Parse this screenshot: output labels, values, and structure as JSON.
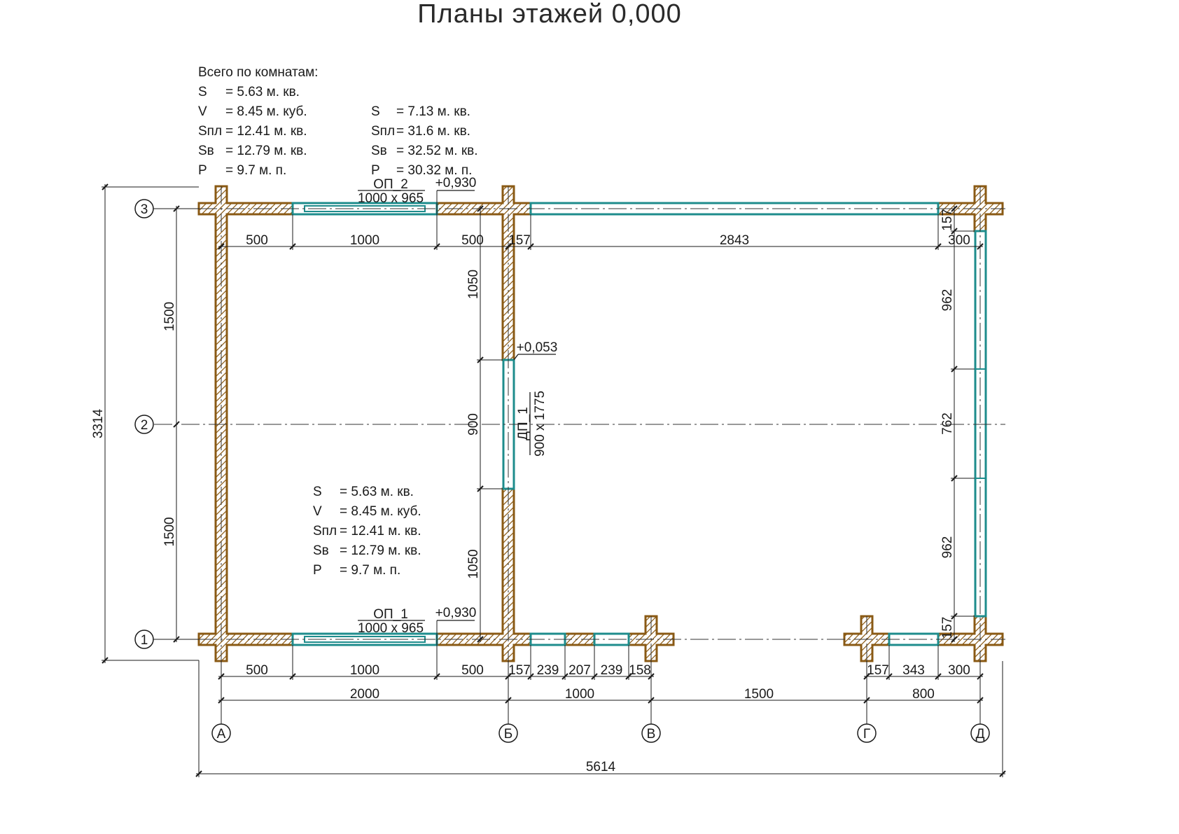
{
  "title": "Планы этажей 0,000",
  "summary": {
    "heading": "Всего по комнатам:",
    "col1": [
      {
        "label": "S",
        "value": "= 5.63 м. кв."
      },
      {
        "label": "V",
        "value": "= 8.45 м. куб."
      },
      {
        "label": "Sпл",
        "value": "= 12.41 м. кв."
      },
      {
        "label": "Sв",
        "value": "= 12.79 м. кв."
      },
      {
        "label": "P",
        "value": "= 9.7 м. п."
      }
    ],
    "col2": [
      {
        "label": "S",
        "value": "= 7.13 м. кв."
      },
      {
        "label": "Sпл",
        "value": "= 31.6 м. кв."
      },
      {
        "label": "Sв",
        "value": "= 32.52 м. кв."
      },
      {
        "label": "P",
        "value": "= 30.32 м. п."
      }
    ]
  },
  "room": [
    {
      "label": "S",
      "value": "= 5.63 м. кв."
    },
    {
      "label": "V",
      "value": "= 8.45 м. куб."
    },
    {
      "label": "Sпл",
      "value": "= 12.41 м. кв."
    },
    {
      "label": "Sв",
      "value": "= 12.79 м. кв."
    },
    {
      "label": "P",
      "value": "= 9.7 м. п."
    }
  ],
  "openings": {
    "op2": {
      "name": "ОП_2",
      "size": "1000 x 965",
      "level": "+0,930"
    },
    "op1": {
      "name": "ОП_1",
      "size": "1000 x 965",
      "level": "+0,930"
    },
    "dp1": {
      "name": "ДП_1",
      "size": "900 x 1775",
      "level": "+0,053"
    }
  },
  "axes": {
    "rows": [
      "3",
      "2",
      "1"
    ],
    "cols": [
      "А",
      "Б",
      "В",
      "Г",
      "Д"
    ]
  },
  "dimensions": {
    "top": [
      "500",
      "1000",
      "500",
      "157",
      "2843",
      "300"
    ],
    "left": [
      "1500",
      "1500"
    ],
    "overall_height": "3314",
    "middle": [
      "1050",
      "900",
      "1050"
    ],
    "right": [
      "157",
      "962",
      "762",
      "962",
      "157"
    ],
    "bottom1": [
      "500",
      "1000",
      "500",
      "157",
      "239",
      "207",
      "239",
      "158",
      "157",
      "343",
      "300"
    ],
    "bottom2": [
      "2000",
      "1000",
      "1500",
      "800"
    ],
    "overall_width": "5614"
  },
  "colors": {
    "wall": "#8a5a14",
    "opening": "#1e8c8c",
    "line": "#1a1a1a"
  }
}
